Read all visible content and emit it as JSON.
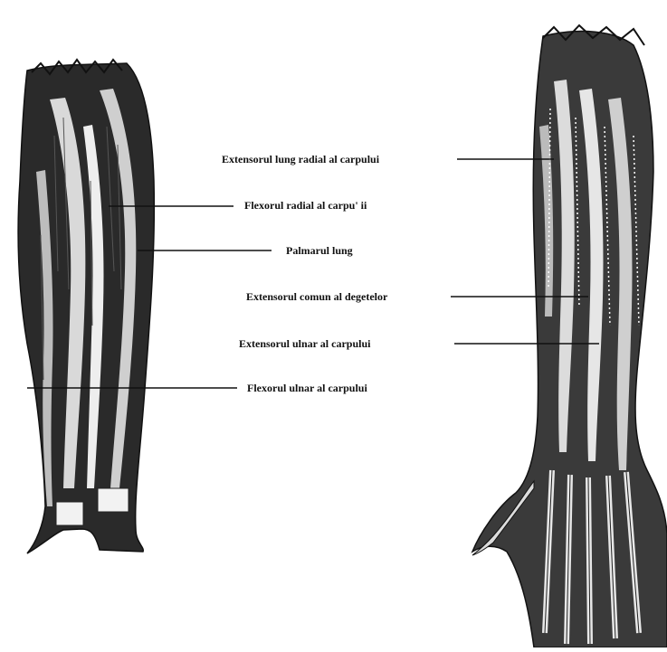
{
  "figure": {
    "labels": [
      "Extensorul lung radial al carpului",
      "Flexorul radial al carpu' ii",
      "Palmarul lung",
      "Extensorul comun al degetelor",
      "Extensorul ulnar al carpului",
      "Flexorul ulnar al carpului"
    ]
  },
  "colors": {
    "ink": "#111111",
    "paper": "#ffffff",
    "shade": "#3a3a3a"
  }
}
